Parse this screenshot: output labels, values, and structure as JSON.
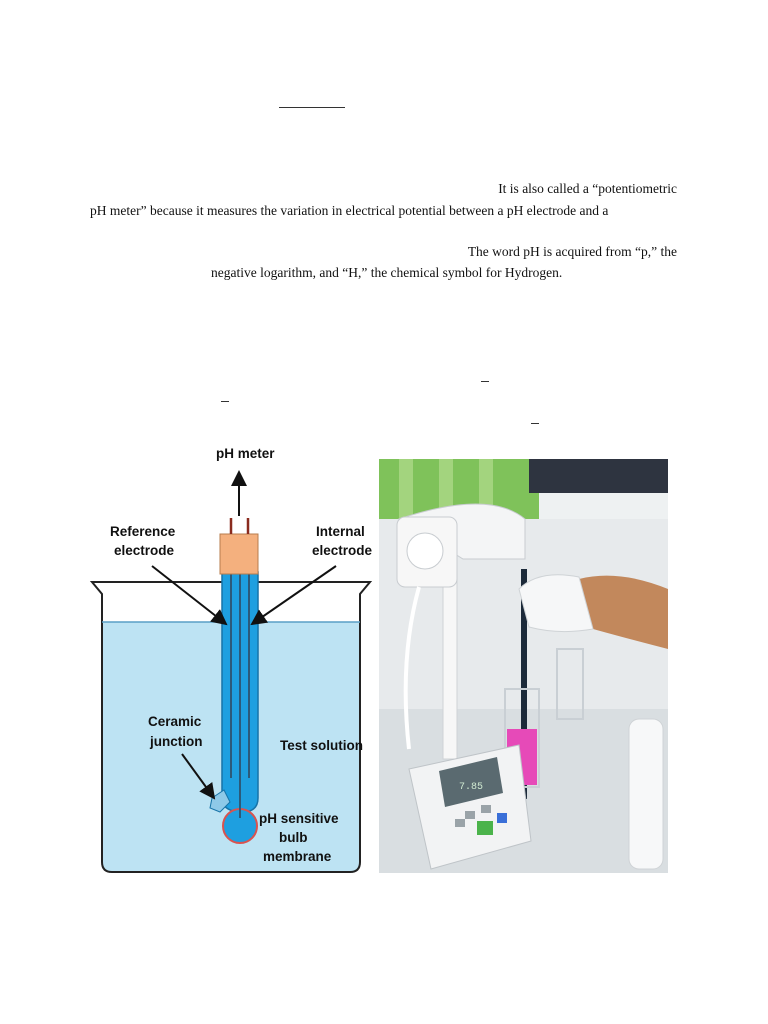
{
  "paragraph1": {
    "line1": "It is also called a “potentiometric",
    "line2": "pH meter” because it measures the variation in electrical potential between a pH electrode and a"
  },
  "paragraph2": {
    "line1": "The word pH is acquired from “p,” the",
    "line2": "negative logarithm, and “H,” the chemical symbol for Hydrogen."
  },
  "diagram": {
    "labels": {
      "ph_meter": "pH meter",
      "reference_1": "Reference",
      "reference_2": "electrode",
      "internal_1": "Internal",
      "internal_2": "electrode",
      "ceramic_1": "Ceramic",
      "ceramic_2": "junction",
      "test_solution": "Test solution",
      "bulb_1": "pH sensitive",
      "bulb_2": "bulb",
      "bulb_3": "membrane"
    },
    "colors": {
      "solution": "#bde3f3",
      "electrode": "#1e9fe0",
      "head": "#f4b07e",
      "bulb_rim": "#d9534f"
    }
  },
  "photo": {
    "meter_display": "7.85",
    "solution_color": "#e64ab8"
  }
}
